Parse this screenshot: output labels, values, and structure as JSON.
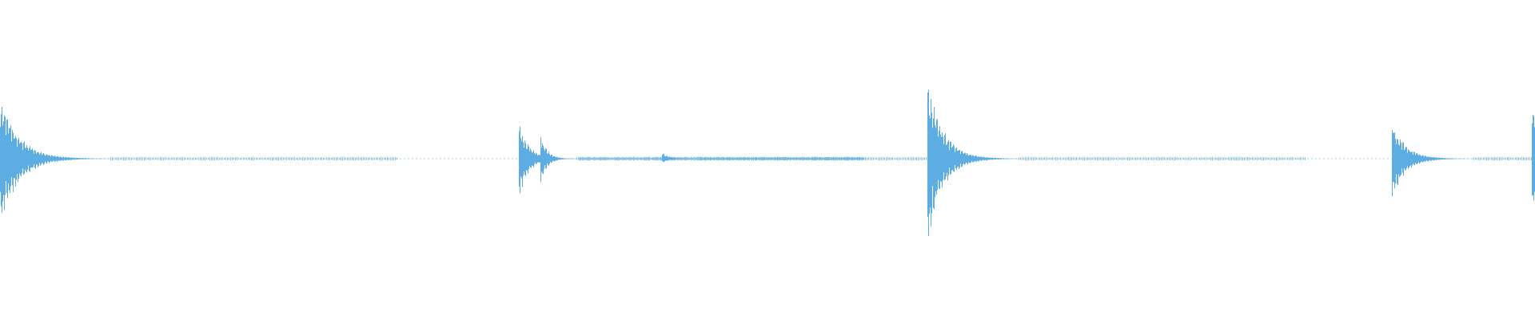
{
  "waveform": {
    "color": "#5dade2",
    "background": "#ffffff",
    "amplitude_range": [
      -1,
      1
    ],
    "transients": [
      {
        "time": 0.0,
        "peak": 0.8,
        "trough": 0.82,
        "decay": 0.012
      },
      {
        "time": 0.338,
        "peak": 0.46,
        "trough": 0.48,
        "decay": 0.006
      },
      {
        "time": 0.352,
        "peak": 0.3,
        "trough": 0.3,
        "decay": 0.004
      },
      {
        "time": 0.431,
        "peak": 0.08,
        "trough": 0.06,
        "decay": 0.003
      },
      {
        "time": 0.604,
        "peak": 1.0,
        "trough": 1.04,
        "decay": 0.01
      },
      {
        "time": 0.907,
        "peak": 0.46,
        "trough": 0.5,
        "decay": 0.009
      },
      {
        "time": 0.998,
        "peak": 0.76,
        "trough": 0.78,
        "decay": 0.002
      }
    ]
  }
}
